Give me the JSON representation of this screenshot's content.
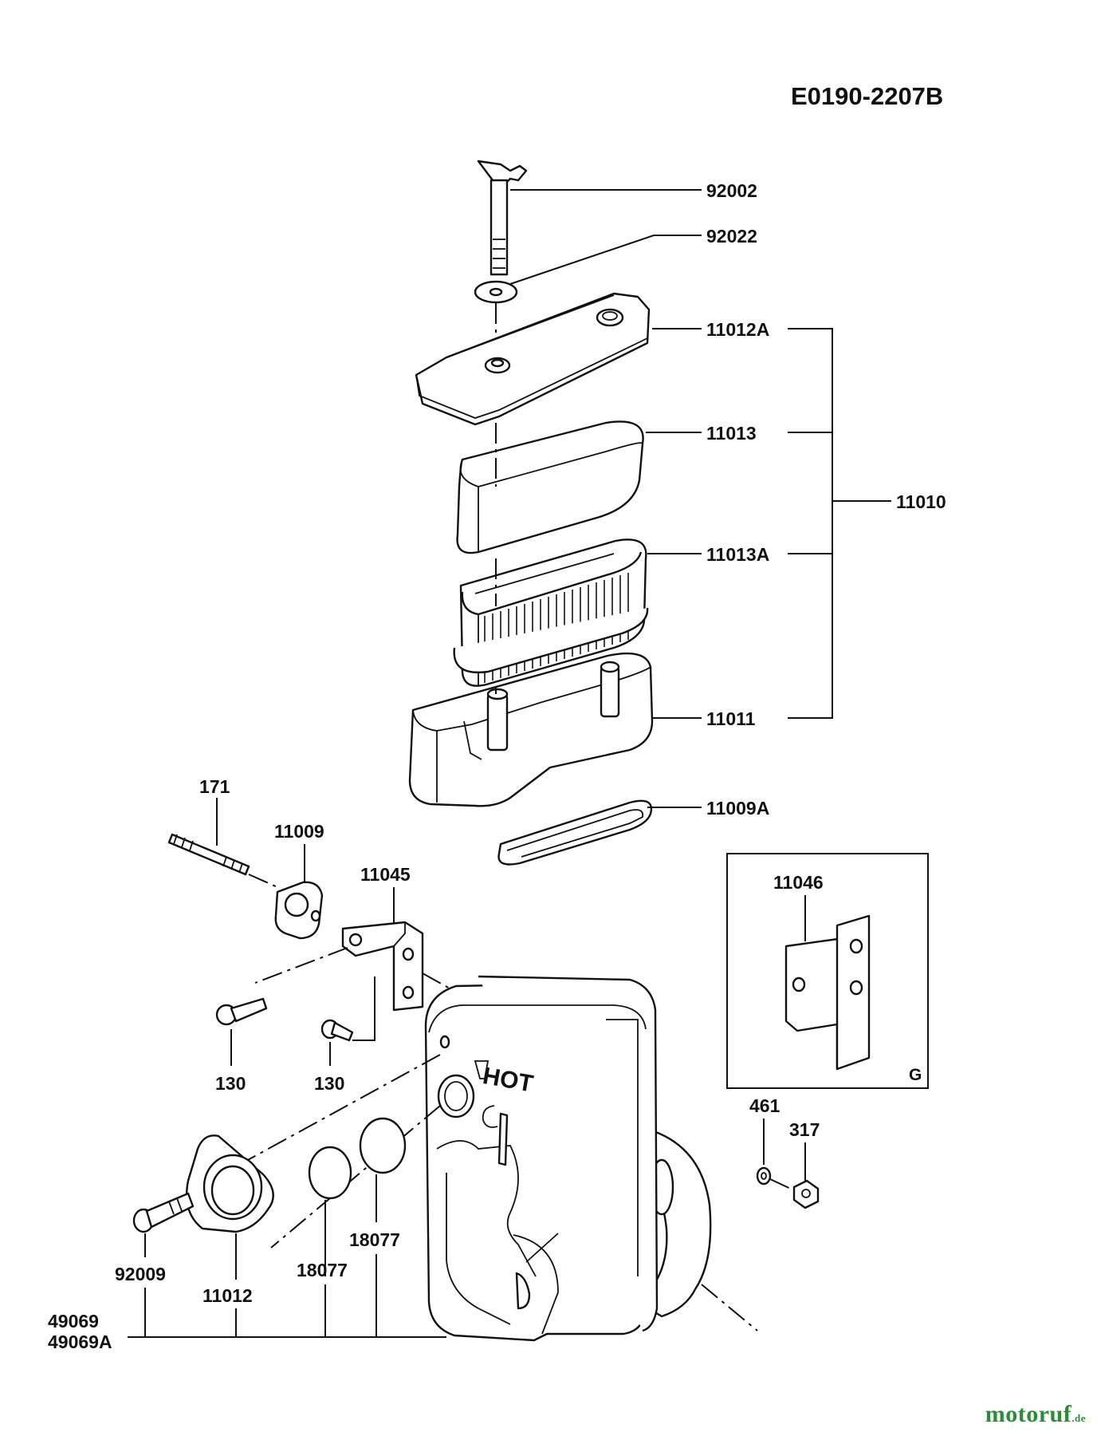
{
  "diagram_code": "E0190-2207B",
  "callouts": {
    "bolt_wing": "92002",
    "washer_top": "92022",
    "cover": "11012A",
    "prefilter": "11013",
    "assembly": "11010",
    "element": "11013A",
    "base": "11011",
    "seal": "11009A",
    "stud": "171",
    "gasket": "11009",
    "bracket": "11045",
    "bracket_alt": "11046",
    "bolt_left": "130",
    "bolt_mid": "130",
    "washer_right": "461",
    "nut_right": "317",
    "bolt_bottom": "92009",
    "flange": "11012",
    "plug_front": "18077",
    "plug_back": "18077",
    "muffler": "49069",
    "muffler_alt": "49069A"
  },
  "inset_tag": "G",
  "watermark": {
    "brand": "motoruf",
    "tld": ".de",
    "color": "#2f8a3a"
  }
}
